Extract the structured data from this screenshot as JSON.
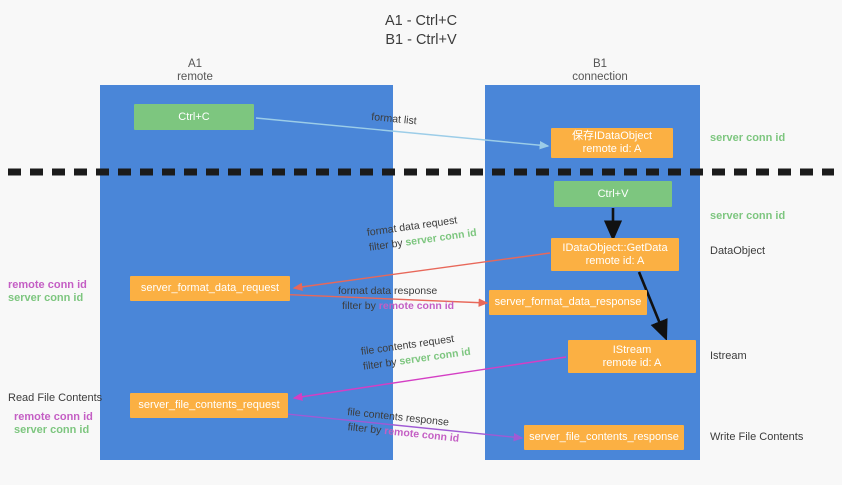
{
  "title": {
    "line1": "A1 - Ctrl+C",
    "line2": "B1 - Ctrl+V"
  },
  "lanes": [
    {
      "name": "A1",
      "sub": "remote"
    },
    {
      "name": "B1",
      "sub": "connection"
    }
  ],
  "boxes": {
    "ctrl_c": "Ctrl+C",
    "ctrl_v": "Ctrl+V",
    "save_idataobject_l1": "保存IDataObject",
    "save_idataobject_l2": "remote id: A",
    "getdata_l1": "IDataObject::GetData",
    "getdata_l2": "remote id: A",
    "istream_l1": "IStream",
    "istream_l2": "remote id: A",
    "server_format_data_request": "server_format_data_request",
    "server_format_data_response": "server_format_data_response",
    "server_file_contents_request": "server_file_contents_request",
    "server_file_contents_response": "server_file_contents_response"
  },
  "right_labels": {
    "server_conn_id_top": "server conn id",
    "server_conn_id_mid": "server conn id",
    "data_object": "DataObject",
    "istream": "Istream",
    "write_file_contents": "Write File Contents"
  },
  "left_labels": {
    "remote_conn_id_1": "remote conn id",
    "server_conn_id_1": "server conn id",
    "read_file_contents": "Read File Contents",
    "remote_conn_id_2": "remote conn id",
    "server_conn_id_2": "server conn id"
  },
  "flows": {
    "format_list": "format list",
    "format_data_request": "format data request",
    "format_data_request_filter_prefix": "filter by ",
    "format_data_request_filter_value": "server conn id",
    "format_data_response": "format data response",
    "format_data_response_filter_prefix": "filter by ",
    "format_data_response_filter_value": "remote conn id",
    "file_contents_request": "file contents request",
    "file_contents_request_filter_prefix": "filter by ",
    "file_contents_request_filter_value": "server conn id",
    "file_contents_response": "file contents response",
    "file_contents_response_filter_prefix": "filter by ",
    "file_contents_response_filter_value": "remote conn id"
  },
  "colors": {
    "lane": "#4a86d8",
    "green_box": "#7dc67f",
    "orange_box": "#fbb043",
    "green_text": "#7dc67f",
    "purple_text": "#c45ec4",
    "arrow_light_blue": "#9ccde8",
    "arrow_red": "#e8685a",
    "arrow_magenta": "#d43fc4",
    "arrow_purple": "#a05ad4",
    "arrow_black": "#000000",
    "background": "#f8f8f8"
  }
}
